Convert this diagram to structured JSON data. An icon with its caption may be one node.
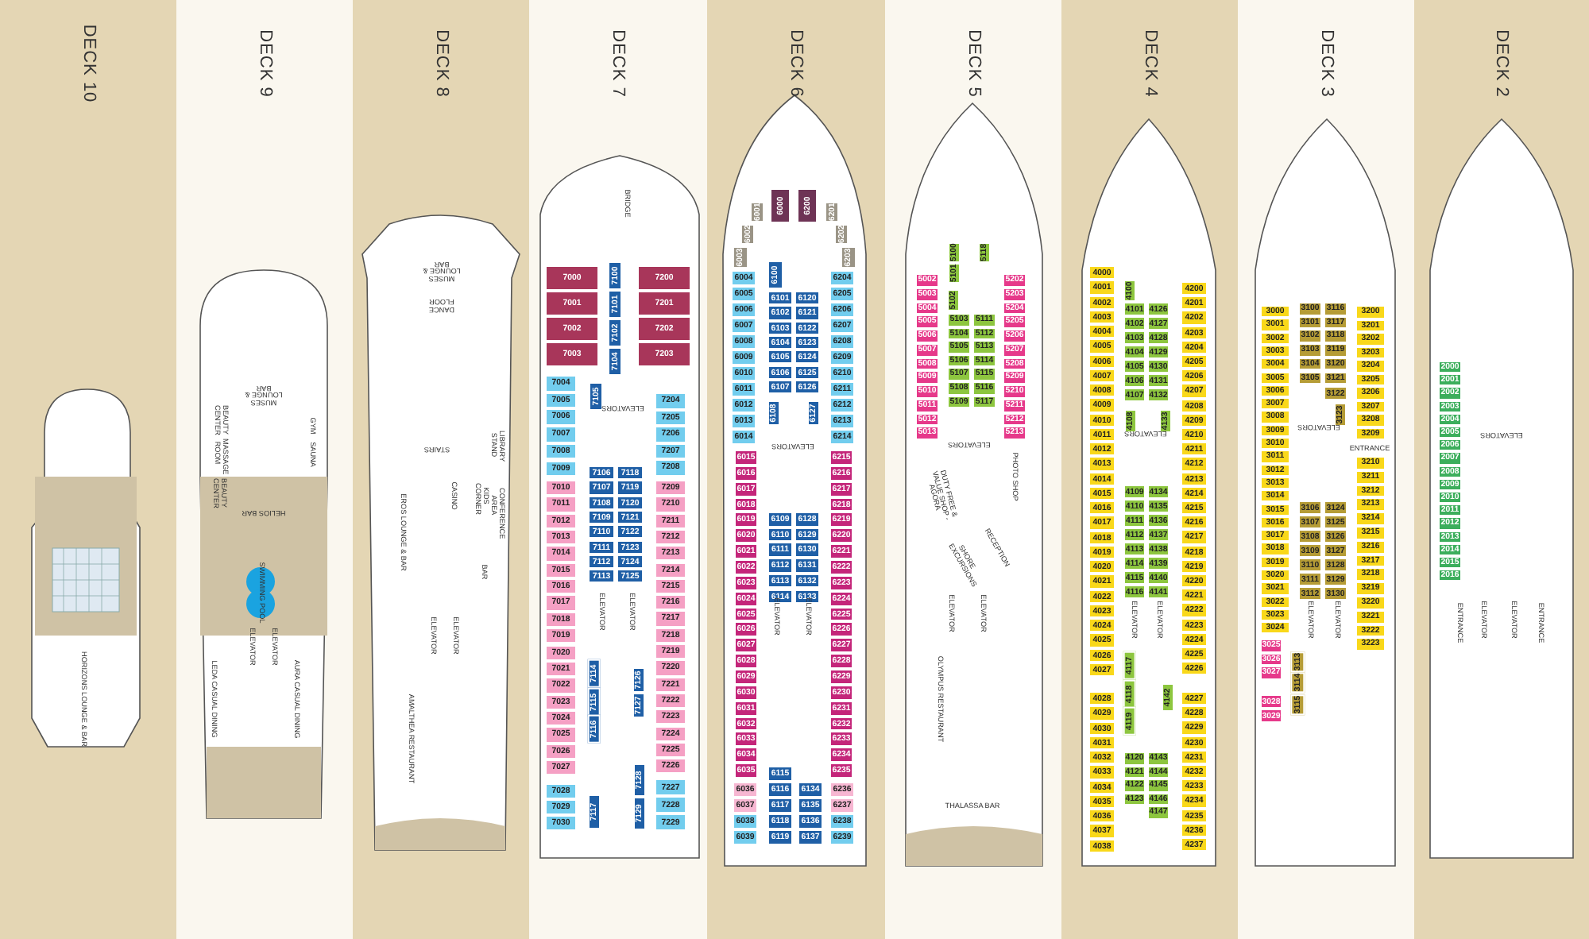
{
  "diagram": {
    "nodes": [
      {
        "text": [
          "DECK 10"
        ]
      },
      {
        "text": [
          "DECK 9"
        ]
      },
      {
        "text": [
          "DECK 8"
        ]
      },
      {
        "text": [
          "DECK 7"
        ]
      },
      {
        "text": [
          "7000"
        ],
        "in": 3
      },
      {
        "text": [
          "7001"
        ],
        "in": 3
      },
      {
        "text": [
          "7002"
        ],
        "in": 3
      },
      {
        "text": [
          "7003"
        ],
        "in": 3
      },
      {
        "text": [
          "7004"
        ],
        "in": 3
      },
      {
        "text": [
          "7005"
        ],
        "in": 3
      },
      {
        "text": [
          "7006"
        ],
        "in": 3
      },
      {
        "text": [
          "7007"
        ],
        "in": 3
      },
      {
        "text": [
          "7008"
        ],
        "in": 3
      },
      {
        "text": [
          "7009"
        ],
        "in": 3
      },
      {
        "text": [
          "7010"
        ],
        "in": 3
      },
      {
        "text": [
          "7011"
        ],
        "in": 3
      },
      {
        "text": [
          "7012"
        ],
        "in": 3
      },
      {
        "text": [
          "7013"
        ],
        "in": 3
      },
      {
        "text": [
          "7014"
        ],
        "in": 3
      },
      {
        "text": [
          "7015"
        ],
        "in": 3
      },
      {
        "text": [
          "7016"
        ],
        "in": 3
      },
      {
        "text": [
          "7017"
        ],
        "in": 3
      },
      {
        "text": [
          "7018"
        ],
        "in": 3
      },
      {
        "text": [
          "7019"
        ],
        "in": 3
      },
      {
        "text": [
          "7020"
        ],
        "in": 3
      },
      {
        "text": [
          "7021"
        ],
        "in": 3
      },
      {
        "text": [
          "7022"
        ],
        "in": 3
      },
      {
        "text": [
          "7023"
        ],
        "in": 3
      },
      {
        "text": [
          "7024"
        ],
        "in": 3
      },
      {
        "text": [
          "7025"
        ],
        "in": 3
      },
      {
        "text": [
          "7026"
        ],
        "in": 3
      },
      {
        "text": [
          "7027"
        ],
        "in": 3
      },
      {
        "text": [
          "7028"
        ],
        "in": 3
      },
      {
        "text": [
          "7029"
        ],
        "in": 3
      },
      {
        "text": [
          "7030"
        ],
        "in": 3
      },
      {
        "text": [
          "7100"
        ],
        "in": 3
      },
      {
        "text": [
          "7101"
        ],
        "in": 3
      },
      {
        "text": [
          "7102"
        ],
        "in": 3
      },
      {
        "text": [
          "7104"
        ],
        "in": 3
      },
      {
        "text": [
          "7105"
        ],
        "in": 3
      },
      {
        "text": [
          "7106"
        ],
        "in": 3
      },
      {
        "text": [
          "7107"
        ],
        "in": 3
      },
      {
        "text": [
          "7108"
        ],
        "in": 3
      },
      {
        "text": [
          "7109"
        ],
        "in": 3
      },
      {
        "text": [
          "7110"
        ],
        "in": 3
      },
      {
        "text": [
          "7111"
        ],
        "in": 3
      },
      {
        "text": [
          "7112"
        ],
        "in": 3
      },
      {
        "text": [
          "7113"
        ],
        "in": 3
      },
      {
        "text": [
          "7114"
        ],
        "in": 3
      },
      {
        "text": [
          "7115"
        ],
        "in": 3
      },
      {
        "text": [
          "7116"
        ],
        "in": 3
      },
      {
        "text": [
          "7117"
        ],
        "in": 3
      },
      {
        "text": [
          "7118"
        ],
        "in": 3
      },
      {
        "text": [
          "7119"
        ],
        "in": 3
      },
      {
        "text": [
          "7120"
        ],
        "in": 3
      },
      {
        "text": [
          "7121"
        ],
        "in": 3
      },
      {
        "text": [
          "7122"
        ],
        "in": 3
      },
      {
        "text": [
          "7123"
        ],
        "in": 3
      },
      {
        "text": [
          "7124"
        ],
        "in": 3
      },
      {
        "text": [
          "7125"
        ],
        "in": 3
      },
      {
        "text": [
          "7126"
        ],
        "in": 3
      },
      {
        "text": [
          "7127"
        ],
        "in": 3
      },
      {
        "text": [
          "7128"
        ],
        "in": 3
      },
      {
        "text": [
          "7129"
        ],
        "in": 3
      },
      {
        "text": [
          "7200"
        ],
        "in": 3
      },
      {
        "text": [
          "7201"
        ],
        "in": 3
      },
      {
        "text": [
          "7202"
        ],
        "in": 3
      },
      {
        "text": [
          "7203"
        ],
        "in": 3
      },
      {
        "text": [
          "7204"
        ],
        "in": 3
      },
      {
        "text": [
          "7205"
        ],
        "in": 3
      },
      {
        "text": [
          "7206"
        ],
        "in": 3
      },
      {
        "text": [
          "7207"
        ],
        "in": 3
      },
      {
        "text": [
          "7208"
        ],
        "in": 3
      },
      {
        "text": [
          "7209"
        ],
        "in": 3
      },
      {
        "text": [
          "7210"
        ],
        "in": 3
      },
      {
        "text": [
          "7211"
        ],
        "in": 3
      },
      {
        "text": [
          "7212"
        ],
        "in": 3
      },
      {
        "text": [
          "7213"
        ],
        "in": 3
      },
      {
        "text": [
          "7214"
        ],
        "in": 3
      },
      {
        "text": [
          "7215"
        ],
        "in": 3
      },
      {
        "text": [
          "7216"
        ],
        "in": 3
      },
      {
        "text": [
          "7217"
        ],
        "in": 3
      },
      {
        "text": [
          "7218"
        ],
        "in": 3
      },
      {
        "text": [
          "7219"
        ],
        "in": 3
      },
      {
        "text": [
          "7220"
        ],
        "in": 3
      },
      {
        "text": [
          "7221"
        ],
        "in": 3
      },
      {
        "text": [
          "7222"
        ],
        "in": 3
      },
      {
        "text": [
          "7223"
        ],
        "in": 3
      },
      {
        "text": [
          "7224"
        ],
        "in": 3
      },
      {
        "text": [
          "7225"
        ],
        "in": 3
      },
      {
        "text": [
          "7226"
        ],
        "in": 3
      },
      {
        "text": [
          "7227"
        ],
        "in": 3
      },
      {
        "text": [
          "7228"
        ],
        "in": 3
      },
      {
        "text": [
          "7229"
        ],
        "in": 3
      },
      {
        "text": [
          "DECK 6"
        ]
      },
      {
        "text": [
          "6000"
        ],
        "in": 94
      },
      {
        "text": [
          "6001"
        ],
        "in": 94
      },
      {
        "text": [
          "6002"
        ],
        "in": 94
      },
      {
        "text": [
          "6003"
        ],
        "in": 94
      },
      {
        "text": [
          "6004"
        ],
        "in": 94
      },
      {
        "text": [
          "6005"
        ],
        "in": 94
      },
      {
        "text": [
          "6006"
        ],
        "in": 94
      },
      {
        "text": [
          "6007"
        ],
        "in": 94
      },
      {
        "text": [
          "6008"
        ],
        "in": 94
      },
      {
        "text": [
          "6009"
        ],
        "in": 94
      },
      {
        "text": [
          "6010"
        ],
        "in": 94
      },
      {
        "text": [
          "6011"
        ],
        "in": 94
      },
      {
        "text": [
          "6012"
        ],
        "in": 94
      },
      {
        "text": [
          "6013"
        ],
        "in": 94
      },
      {
        "text": [
          "6014"
        ],
        "in": 94
      },
      {
        "text": [
          "6015"
        ],
        "in": 94
      },
      {
        "text": [
          "6016"
        ],
        "in": 94
      },
      {
        "text": [
          "6017"
        ],
        "in": 94
      },
      {
        "text": [
          "6018"
        ],
        "in": 94
      },
      {
        "text": [
          "6019"
        ],
        "in": 94
      },
      {
        "text": [
          "6020"
        ],
        "in": 94
      },
      {
        "text": [
          "6021"
        ],
        "in": 94
      },
      {
        "text": [
          "6022"
        ],
        "in": 94
      },
      {
        "text": [
          "6023"
        ],
        "in": 94
      },
      {
        "text": [
          "6024"
        ],
        "in": 94
      },
      {
        "text": [
          "6025"
        ],
        "in": 94
      },
      {
        "text": [
          "6026"
        ],
        "in": 94
      },
      {
        "text": [
          "6027"
        ],
        "in": 94
      },
      {
        "text": [
          "6028"
        ],
        "in": 94
      },
      {
        "text": [
          "6029"
        ],
        "in": 94
      },
      {
        "text": [
          "6030"
        ],
        "in": 94
      },
      {
        "text": [
          "6031"
        ],
        "in": 94
      },
      {
        "text": [
          "6032"
        ],
        "in": 94
      },
      {
        "text": [
          "6033"
        ],
        "in": 94
      },
      {
        "text": [
          "6034"
        ],
        "in": 94
      },
      {
        "text": [
          "6035"
        ],
        "in": 94
      },
      {
        "text": [
          "6036"
        ],
        "in": 94
      },
      {
        "text": [
          "6037"
        ],
        "in": 94
      },
      {
        "text": [
          "6038"
        ],
        "in": 94
      },
      {
        "text": [
          "6039"
        ],
        "in": 94
      },
      {
        "text": [
          "6100"
        ],
        "in": 94
      },
      {
        "text": [
          "6101"
        ],
        "in": 94
      },
      {
        "text": [
          "6102"
        ],
        "in": 94
      },
      {
        "text": [
          "6103"
        ],
        "in": 94
      },
      {
        "text": [
          "6104"
        ],
        "in": 94
      },
      {
        "text": [
          "6105"
        ],
        "in": 94
      },
      {
        "text": [
          "6106"
        ],
        "in": 94
      },
      {
        "text": [
          "6107"
        ],
        "in": 94
      },
      {
        "text": [
          "6108"
        ],
        "in": 94
      },
      {
        "text": [
          "6109"
        ],
        "in": 94
      },
      {
        "text": [
          "6110"
        ],
        "in": 94
      },
      {
        "text": [
          "6111"
        ],
        "in": 94
      },
      {
        "text": [
          "6112"
        ],
        "in": 94
      },
      {
        "text": [
          "6113"
        ],
        "in": 94
      },
      {
        "text": [
          "6114"
        ],
        "in": 94
      },
      {
        "text": [
          "6115"
        ],
        "in": 94
      },
      {
        "text": [
          "6116"
        ],
        "in": 94
      },
      {
        "text": [
          "6117"
        ],
        "in": 94
      },
      {
        "text": [
          "6118"
        ],
        "in": 94
      },
      {
        "text": [
          "6119"
        ],
        "in": 94
      },
      {
        "text": [
          "6120"
        ],
        "in": 94
      },
      {
        "text": [
          "6121"
        ],
        "in": 94
      },
      {
        "text": [
          "6122"
        ],
        "in": 94
      },
      {
        "text": [
          "6123"
        ],
        "in": 94
      },
      {
        "text": [
          "6124"
        ],
        "in": 94
      },
      {
        "text": [
          "6125"
        ],
        "in": 94
      },
      {
        "text": [
          "6126"
        ],
        "in": 94
      },
      {
        "text": [
          "6127"
        ],
        "in": 94
      },
      {
        "text": [
          "6128"
        ],
        "in": 94
      },
      {
        "text": [
          "6129"
        ],
        "in": 94
      },
      {
        "text": [
          "6130"
        ],
        "in": 94
      },
      {
        "text": [
          "6131"
        ],
        "in": 94
      },
      {
        "text": [
          "6132"
        ],
        "in": 94
      },
      {
        "text": [
          "6133"
        ],
        "in": 94
      },
      {
        "text": [
          "6134"
        ],
        "in": 94
      },
      {
        "text": [
          "6135"
        ],
        "in": 94
      },
      {
        "text": [
          "6136"
        ],
        "in": 94
      },
      {
        "text": [
          "6137"
        ],
        "in": 94
      },
      {
        "text": [
          "6200"
        ],
        "in": 94
      },
      {
        "text": [
          "6201"
        ],
        "in": 94
      },
      {
        "text": [
          "6202"
        ],
        "in": 94
      },
      {
        "text": [
          "6203"
        ],
        "in": 94
      },
      {
        "text": [
          "6204"
        ],
        "in": 94
      },
      {
        "text": [
          "6205"
        ],
        "in": 94
      },
      {
        "text": [
          "6206"
        ],
        "in": 94
      },
      {
        "text": [
          "6207"
        ],
        "in": 94
      },
      {
        "text": [
          "6208"
        ],
        "in": 94
      },
      {
        "text": [
          "6209"
        ],
        "in": 94
      },
      {
        "text": [
          "6210"
        ],
        "in": 94
      },
      {
        "text": [
          "6211"
        ],
        "in": 94
      },
      {
        "text": [
          "6212"
        ],
        "in": 94
      },
      {
        "text": [
          "6213"
        ],
        "in": 94
      },
      {
        "text": [
          "6214"
        ],
        "in": 94
      },
      {
        "text": [
          "6215"
        ],
        "in": 94
      },
      {
        "text": [
          "6216"
        ],
        "in": 94
      },
      {
        "text": [
          "6217"
        ],
        "in": 94
      },
      {
        "text": [
          "6218"
        ],
        "in": 94
      },
      {
        "text": [
          "6219"
        ],
        "in": 94
      },
      {
        "text": [
          "6220"
        ],
        "in": 94
      },
      {
        "text": [
          "6221"
        ],
        "in": 94
      },
      {
        "text": [
          "6222"
        ],
        "in": 94
      },
      {
        "text": [
          "6223"
        ],
        "in": 94
      },
      {
        "text": [
          "6224"
        ],
        "in": 94
      },
      {
        "text": [
          "6225"
        ],
        "in": 94
      },
      {
        "text": [
          "6226"
        ],
        "in": 94
      },
      {
        "text": [
          "6227"
        ],
        "in": 94
      },
      {
        "text": [
          "6228"
        ],
        "in": 94
      },
      {
        "text": [
          "6229"
        ],
        "in": 94
      },
      {
        "text": [
          "6230"
        ],
        "in": 94
      },
      {
        "text": [
          "6231"
        ],
        "in": 94
      },
      {
        "text": [
          "6232"
        ],
        "in": 94
      },
      {
        "text": [
          "6233"
        ],
        "in": 94
      },
      {
        "text": [
          "6234"
        ],
        "in": 94
      },
      {
        "text": [
          "6235"
        ],
        "in": 94
      },
      {
        "text": [
          "6236"
        ],
        "in": 94
      },
      {
        "text": [
          "6237"
        ],
        "in": 94
      },
      {
        "text": [
          "6238"
        ],
        "in": 94
      },
      {
        "text": [
          "6239"
        ],
        "in": 94
      },
      {
        "text": [
          "DECK 5"
        ]
      },
      {
        "text": [
          "5002"
        ],
        "in": 213
      },
      {
        "text": [
          "5003"
        ],
        "in": 213
      },
      {
        "text": [
          "5004"
        ],
        "in": 213
      },
      {
        "text": [
          "5005"
        ],
        "in": 213
      },
      {
        "text": [
          "5006"
        ],
        "in": 213
      },
      {
        "text": [
          "5007"
        ],
        "in": 213
      },
      {
        "text": [
          "5008"
        ],
        "in": 213
      },
      {
        "text": [
          "5009"
        ],
        "in": 213
      },
      {
        "text": [
          "5010"
        ],
        "in": 213
      },
      {
        "text": [
          "5011"
        ],
        "in": 213
      },
      {
        "text": [
          "5012"
        ],
        "in": 213
      },
      {
        "text": [
          "5013"
        ],
        "in": 213
      },
      {
        "text": [
          "5100"
        ],
        "in": 213
      },
      {
        "text": [
          "5101"
        ],
        "in": 213
      },
      {
        "text": [
          "5102"
        ],
        "in": 213
      },
      {
        "text": [
          "5103"
        ],
        "in": 213
      },
      {
        "text": [
          "5104"
        ],
        "in": 213
      },
      {
        "text": [
          "5105"
        ],
        "in": 213
      },
      {
        "text": [
          "5106"
        ],
        "in": 213
      },
      {
        "text": [
          "5107"
        ],
        "in": 213
      },
      {
        "text": [
          "5108"
        ],
        "in": 213
      },
      {
        "text": [
          "5109"
        ],
        "in": 213
      },
      {
        "text": [
          "5111"
        ],
        "in": 213
      },
      {
        "text": [
          "5112"
        ],
        "in": 213
      },
      {
        "text": [
          "5113"
        ],
        "in": 213
      },
      {
        "text": [
          "5114"
        ],
        "in": 213
      },
      {
        "text": [
          "5115"
        ],
        "in": 213
      },
      {
        "text": [
          "5116"
        ],
        "in": 213
      },
      {
        "text": [
          "5117"
        ],
        "in": 213
      },
      {
        "text": [
          "5118"
        ],
        "in": 213
      },
      {
        "text": [
          "5202"
        ],
        "in": 213
      },
      {
        "text": [
          "5203"
        ],
        "in": 213
      },
      {
        "text": [
          "5204"
        ],
        "in": 213
      },
      {
        "text": [
          "5205"
        ],
        "in": 213
      },
      {
        "text": [
          "5206"
        ],
        "in": 213
      },
      {
        "text": [
          "5207"
        ],
        "in": 213
      },
      {
        "text": [
          "5208"
        ],
        "in": 213
      },
      {
        "text": [
          "5209"
        ],
        "in": 213
      },
      {
        "text": [
          "5210"
        ],
        "in": 213
      },
      {
        "text": [
          "5211"
        ],
        "in": 213
      },
      {
        "text": [
          "5212"
        ],
        "in": 213
      },
      {
        "text": [
          "5213"
        ],
        "in": 213
      },
      {
        "text": [
          "DECK 4"
        ]
      },
      {
        "text": [
          "4000"
        ],
        "in": 256
      },
      {
        "text": [
          "4001"
        ],
        "in": 256
      },
      {
        "text": [
          "4002"
        ],
        "in": 256
      },
      {
        "text": [
          "4003"
        ],
        "in": 256
      },
      {
        "text": [
          "4004"
        ],
        "in": 256
      },
      {
        "text": [
          "4005"
        ],
        "in": 256
      },
      {
        "text": [
          "4006"
        ],
        "in": 256
      },
      {
        "text": [
          "4007"
        ],
        "in": 256
      },
      {
        "text": [
          "4008"
        ],
        "in": 256
      },
      {
        "text": [
          "4009"
        ],
        "in": 256
      },
      {
        "text": [
          "4010"
        ],
        "in": 256
      },
      {
        "text": [
          "4011"
        ],
        "in": 256
      },
      {
        "text": [
          "4012"
        ],
        "in": 256
      },
      {
        "text": [
          "4013"
        ],
        "in": 256
      },
      {
        "text": [
          "4014"
        ],
        "in": 256
      },
      {
        "text": [
          "4015"
        ],
        "in": 256
      },
      {
        "text": [
          "4016"
        ],
        "in": 256
      },
      {
        "text": [
          "4017"
        ],
        "in": 256
      },
      {
        "text": [
          "4018"
        ],
        "in": 256
      },
      {
        "text": [
          "4019"
        ],
        "in": 256
      },
      {
        "text": [
          "4020"
        ],
        "in": 256
      },
      {
        "text": [
          "4021"
        ],
        "in": 256
      },
      {
        "text": [
          "4022"
        ],
        "in": 256
      },
      {
        "text": [
          "4023"
        ],
        "in": 256
      },
      {
        "text": [
          "4024"
        ],
        "in": 256
      },
      {
        "text": [
          "4025"
        ],
        "in": 256
      },
      {
        "text": [
          "4026"
        ],
        "in": 256
      },
      {
        "text": [
          "4027"
        ],
        "in": 256
      },
      {
        "text": [
          "4028"
        ],
        "in": 256
      },
      {
        "text": [
          "4029"
        ],
        "in": 256
      },
      {
        "text": [
          "4030"
        ],
        "in": 256
      },
      {
        "text": [
          "4031"
        ],
        "in": 256
      },
      {
        "text": [
          "4032"
        ],
        "in": 256
      },
      {
        "text": [
          "4033"
        ],
        "in": 256
      },
      {
        "text": [
          "4034"
        ],
        "in": 256
      },
      {
        "text": [
          "4035"
        ],
        "in": 256
      },
      {
        "text": [
          "4036"
        ],
        "in": 256
      },
      {
        "text": [
          "4037"
        ],
        "in": 256
      },
      {
        "text": [
          "4038"
        ],
        "in": 256
      },
      {
        "text": [
          "4100"
        ],
        "in": 256
      },
      {
        "text": [
          "4101"
        ],
        "in": 256
      },
      {
        "text": [
          "4102"
        ],
        "in": 256
      },
      {
        "text": [
          "4103"
        ],
        "in": 256
      },
      {
        "text": [
          "4104"
        ],
        "in": 256
      },
      {
        "text": [
          "4105"
        ],
        "in": 256
      },
      {
        "text": [
          "4106"
        ],
        "in": 256
      },
      {
        "text": [
          "4107"
        ],
        "in": 256
      },
      {
        "text": [
          "4108"
        ],
        "in": 256
      },
      {
        "text": [
          "4109"
        ],
        "in": 256
      },
      {
        "text": [
          "4110"
        ],
        "in": 256
      },
      {
        "text": [
          "4111"
        ],
        "in": 256
      },
      {
        "text": [
          "4112"
        ],
        "in": 256
      },
      {
        "text": [
          "4113"
        ],
        "in": 256
      },
      {
        "text": [
          "4114"
        ],
        "in": 256
      },
      {
        "text": [
          "4115"
        ],
        "in": 256
      },
      {
        "text": [
          "4116"
        ],
        "in": 256
      },
      {
        "text": [
          "4117"
        ],
        "in": 256
      },
      {
        "text": [
          "4118"
        ],
        "in": 256
      },
      {
        "text": [
          "4119"
        ],
        "in": 256
      },
      {
        "text": [
          "4120"
        ],
        "in": 256
      },
      {
        "text": [
          "4121"
        ],
        "in": 256
      },
      {
        "text": [
          "4122"
        ],
        "in": 256
      },
      {
        "text": [
          "4123"
        ],
        "in": 256
      },
      {
        "text": [
          "4126"
        ],
        "in": 256
      },
      {
        "text": [
          "4127"
        ],
        "in": 256
      },
      {
        "text": [
          "4128"
        ],
        "in": 256
      },
      {
        "text": [
          "4129"
        ],
        "in": 256
      },
      {
        "text": [
          "4130"
        ],
        "in": 256
      },
      {
        "text": [
          "4131"
        ],
        "in": 256
      },
      {
        "text": [
          "4132"
        ],
        "in": 256
      },
      {
        "text": [
          "4133"
        ],
        "in": 256
      },
      {
        "text": [
          "4134"
        ],
        "in": 256
      },
      {
        "text": [
          "4135"
        ],
        "in": 256
      },
      {
        "text": [
          "4136"
        ],
        "in": 256
      },
      {
        "text": [
          "4137"
        ],
        "in": 256
      },
      {
        "text": [
          "4138"
        ],
        "in": 256
      },
      {
        "text": [
          "4139"
        ],
        "in": 256
      },
      {
        "text": [
          "4140"
        ],
        "in": 256
      },
      {
        "text": [
          "4141"
        ],
        "in": 256
      },
      {
        "text": [
          "4142"
        ],
        "in": 256
      },
      {
        "text": [
          "4143"
        ],
        "in": 256
      },
      {
        "text": [
          "4144"
        ],
        "in": 256
      },
      {
        "text": [
          "4145"
        ],
        "in": 256
      },
      {
        "text": [
          "4146"
        ],
        "in": 256
      },
      {
        "text": [
          "4147"
        ],
        "in": 256
      },
      {
        "text": [
          "4200"
        ],
        "in": 256
      },
      {
        "text": [
          "4201"
        ],
        "in": 256
      },
      {
        "text": [
          "4202"
        ],
        "in": 256
      },
      {
        "text": [
          "4203"
        ],
        "in": 256
      },
      {
        "text": [
          "4204"
        ],
        "in": 256
      },
      {
        "text": [
          "4205"
        ],
        "in": 256
      },
      {
        "text": [
          "4206"
        ],
        "in": 256
      },
      {
        "text": [
          "4207"
        ],
        "in": 256
      },
      {
        "text": [
          "4208"
        ],
        "in": 256
      },
      {
        "text": [
          "4209"
        ],
        "in": 256
      },
      {
        "text": [
          "4210"
        ],
        "in": 256
      },
      {
        "text": [
          "4211"
        ],
        "in": 256
      },
      {
        "text": [
          "4212"
        ],
        "in": 256
      },
      {
        "text": [
          "4213"
        ],
        "in": 256
      },
      {
        "text": [
          "4214"
        ],
        "in": 256
      },
      {
        "text": [
          "4215"
        ],
        "in": 256
      },
      {
        "text": [
          "4216"
        ],
        "in": 256
      },
      {
        "text": [
          "4217"
        ],
        "in": 256
      },
      {
        "text": [
          "4218"
        ],
        "in": 256
      },
      {
        "text": [
          "4219"
        ],
        "in": 256
      },
      {
        "text": [
          "4220"
        ],
        "in": 256
      },
      {
        "text": [
          "4221"
        ],
        "in": 256
      },
      {
        "text": [
          "4222"
        ],
        "in": 256
      },
      {
        "text": [
          "4223"
        ],
        "in": 256
      },
      {
        "text": [
          "4224"
        ],
        "in": 256
      },
      {
        "text": [
          "4225"
        ],
        "in": 256
      },
      {
        "text": [
          "4226"
        ],
        "in": 256
      },
      {
        "text": [
          "4227"
        ],
        "in": 256
      },
      {
        "text": [
          "4228"
        ],
        "in": 256
      },
      {
        "text": [
          "4229"
        ],
        "in": 256
      },
      {
        "text": [
          "4230"
        ],
        "in": 256
      },
      {
        "text": [
          "4231"
        ],
        "in": 256
      },
      {
        "text": [
          "4232"
        ],
        "in": 256
      },
      {
        "text": [
          "4233"
        ],
        "in": 256
      },
      {
        "text": [
          "4234"
        ],
        "in": 256
      },
      {
        "text": [
          "4235"
        ],
        "in": 256
      },
      {
        "text": [
          "4236"
        ],
        "in": 256
      },
      {
        "text": [
          "4237"
        ],
        "in": 256
      },
      {
        "text": [
          "DECK 3"
        ]
      },
      {
        "text": [
          "3000"
        ],
        "in": 380
      },
      {
        "text": [
          "3001"
        ],
        "in": 380
      },
      {
        "text": [
          "3002"
        ],
        "in": 380
      },
      {
        "text": [
          "3003"
        ],
        "in": 380
      },
      {
        "text": [
          "3004"
        ],
        "in": 380
      },
      {
        "text": [
          "3005"
        ],
        "in": 380
      },
      {
        "text": [
          "3006"
        ],
        "in": 380
      },
      {
        "text": [
          "3007"
        ],
        "in": 380
      },
      {
        "text": [
          "3008"
        ],
        "in": 380
      },
      {
        "text": [
          "3009"
        ],
        "in": 380
      },
      {
        "text": [
          "3010"
        ],
        "in": 380
      },
      {
        "text": [
          "3011"
        ],
        "in": 380
      },
      {
        "text": [
          "3012"
        ],
        "in": 380
      },
      {
        "text": [
          "3013"
        ],
        "in": 380
      },
      {
        "text": [
          "3014"
        ],
        "in": 380
      },
      {
        "text": [
          "3015"
        ],
        "in": 380
      },
      {
        "text": [
          "3016"
        ],
        "in": 380
      },
      {
        "text": [
          "3017"
        ],
        "in": 380
      },
      {
        "text": [
          "3018"
        ],
        "in": 380
      },
      {
        "text": [
          "3019"
        ],
        "in": 380
      },
      {
        "text": [
          "3020"
        ],
        "in": 380
      },
      {
        "text": [
          "3021"
        ],
        "in": 380
      },
      {
        "text": [
          "3022"
        ],
        "in": 380
      },
      {
        "text": [
          "3023"
        ],
        "in": 380
      },
      {
        "text": [
          "3024"
        ],
        "in": 380
      },
      {
        "text": [
          "3025"
        ],
        "in": 380
      },
      {
        "text": [
          "3026"
        ],
        "in": 380
      },
      {
        "text": [
          "3027"
        ],
        "in": 380
      },
      {
        "text": [
          "3028"
        ],
        "in": 380
      },
      {
        "text": [
          "3029"
        ],
        "in": 380
      },
      {
        "text": [
          "3100"
        ],
        "in": 380
      },
      {
        "text": [
          "3101"
        ],
        "in": 380
      },
      {
        "text": [
          "3102"
        ],
        "in": 380
      },
      {
        "text": [
          "3103"
        ],
        "in": 380
      },
      {
        "text": [
          "3104"
        ],
        "in": 380
      },
      {
        "text": [
          "3105"
        ],
        "in": 380
      },
      {
        "text": [
          "3106"
        ],
        "in": 380
      },
      {
        "text": [
          "3107"
        ],
        "in": 380
      },
      {
        "text": [
          "3108"
        ],
        "in": 380
      },
      {
        "text": [
          "3109"
        ],
        "in": 380
      },
      {
        "text": [
          "3110"
        ],
        "in": 380
      },
      {
        "text": [
          "3111"
        ],
        "in": 380
      },
      {
        "text": [
          "3112"
        ],
        "in": 380
      },
      {
        "text": [
          "3113"
        ],
        "in": 380
      },
      {
        "text": [
          "3114"
        ],
        "in": 380
      },
      {
        "text": [
          "3115"
        ],
        "in": 380
      },
      {
        "text": [
          "3116"
        ],
        "in": 380
      },
      {
        "text": [
          "3117"
        ],
        "in": 380
      },
      {
        "text": [
          "3118"
        ],
        "in": 380
      },
      {
        "text": [
          "3119"
        ],
        "in": 380
      },
      {
        "text": [
          "3120"
        ],
        "in": 380
      },
      {
        "text": [
          "3121"
        ],
        "in": 380
      },
      {
        "text": [
          "3122"
        ],
        "in": 380
      },
      {
        "text": [
          "3123"
        ],
        "in": 380
      },
      {
        "text": [
          "3124"
        ],
        "in": 380
      },
      {
        "text": [
          "3125"
        ],
        "in": 380
      },
      {
        "text": [
          "3126"
        ],
        "in": 380
      },
      {
        "text": [
          "3127"
        ],
        "in": 380
      },
      {
        "text": [
          "3128"
        ],
        "in": 380
      },
      {
        "text": [
          "3129"
        ],
        "in": 380
      },
      {
        "text": [
          "3130"
        ],
        "in": 380
      },
      {
        "text": [
          "3200"
        ],
        "in": 380
      },
      {
        "text": [
          "3201"
        ],
        "in": 380
      },
      {
        "text": [
          "3202"
        ],
        "in": 380
      },
      {
        "text": [
          "3203"
        ],
        "in": 380
      },
      {
        "text": [
          "3204"
        ],
        "in": 380
      },
      {
        "text": [
          "3205"
        ],
        "in": 380
      },
      {
        "text": [
          "3206"
        ],
        "in": 380
      },
      {
        "text": [
          "3207"
        ],
        "in": 380
      },
      {
        "text": [
          "3208"
        ],
        "in": 380
      },
      {
        "text": [
          "3209"
        ],
        "in": 380
      },
      {
        "text": [
          "3210"
        ],
        "in": 380
      },
      {
        "text": [
          "3211"
        ],
        "in": 380
      },
      {
        "text": [
          "3212"
        ],
        "in": 380
      },
      {
        "text": [
          "3213"
        ],
        "in": 380
      },
      {
        "text": [
          "3214"
        ],
        "in": 380
      },
      {
        "text": [
          "3215"
        ],
        "in": 380
      },
      {
        "text": [
          "3216"
        ],
        "in": 380
      },
      {
        "text": [
          "3217"
        ],
        "in": 380
      },
      {
        "text": [
          "3218"
        ],
        "in": 380
      },
      {
        "text": [
          "3219"
        ],
        "in": 380
      },
      {
        "text": [
          "3220"
        ],
        "in": 380
      },
      {
        "text": [
          "3221"
        ],
        "in": 380
      },
      {
        "text": [
          "3222"
        ],
        "in": 380
      },
      {
        "text": [
          "3223"
        ],
        "in": 380
      },
      {
        "text": [
          "DECK 2"
        ]
      },
      {
        "text": [
          "2000"
        ],
        "in": 466
      },
      {
        "text": [
          "2001"
        ],
        "in": 466
      },
      {
        "text": [
          "2002"
        ],
        "in": 466
      },
      {
        "text": [
          "2003"
        ],
        "in": 466
      },
      {
        "text": [
          "2004"
        ],
        "in": 466
      },
      {
        "text": [
          "2005"
        ],
        "in": 466
      },
      {
        "text": [
          "2006"
        ],
        "in": 466
      },
      {
        "text": [
          "2007"
        ],
        "in": 466
      },
      {
        "text": [
          "2008"
        ],
        "in": 466
      },
      {
        "text": [
          "2009"
        ],
        "in": 466
      },
      {
        "text": [
          "2010"
        ],
        "in": 466
      },
      {
        "text": [
          "2011"
        ],
        "in": 466
      },
      {
        "text": [
          "2012"
        ],
        "in": 466
      },
      {
        "text": [
          "2013"
        ],
        "in": 466
      },
      {
        "text": [
          "2014"
        ],
        "in": 466
      },
      {
        "text": [
          "2015"
        ],
        "in": 466
      },
      {
        "text": [
          "2016"
        ],
        "in": 466
      }
    ],
    "labels": [
      "HORIZONS LOUNGE & BAR",
      "MUSES LOUNGE & BAR",
      "BEAUTY CENTER",
      "MASSAGE ROOM",
      "GYM",
      "SAUNA",
      "BEAUTY CENTER",
      "HELIOS BAR",
      "SWIMMING POOL",
      "ELEVATOR",
      "ELEVATOR",
      "LEDA CASUAL DINING",
      "AURA CASUAL DINING",
      "MUSES LOUNGE & BAR",
      "DANCE FLOOR",
      "STAIRS",
      "LIBRARY STAND",
      "EROS LOUNGE & BAR",
      "CASINO",
      "KIDS CORNER",
      "CONFERENCE AREA",
      "BAR",
      "ELEVATOR",
      "ELEVATOR",
      "AMALTHEA RESTAURANT",
      "BRIDGE",
      "ELEVATORS",
      "ELEVATOR",
      "ELEVATOR",
      "ELEVATORS",
      "ELEVATOR",
      "ELEVATOR",
      "ELEVATORS",
      "DUTY FREE & VALUE SHOP - AGORA",
      "PHOTO SHOP",
      "SHORE EXCURSIONS",
      "RECEPTION",
      "ELEVATOR",
      "ELEVATOR",
      "OLYMPUS RESTAURANT",
      "THALASSA BAR",
      "ELEVATORS",
      "ELEVATOR",
      "ELEVATOR",
      "ELEVATORS",
      "ENTRANCE",
      "ELEVATOR",
      "ELEVATOR",
      "ELEVATORS",
      "ENTRANCE",
      "ELEVATOR",
      "ELEVATOR",
      "ENTRANCE"
    ]
  }
}
